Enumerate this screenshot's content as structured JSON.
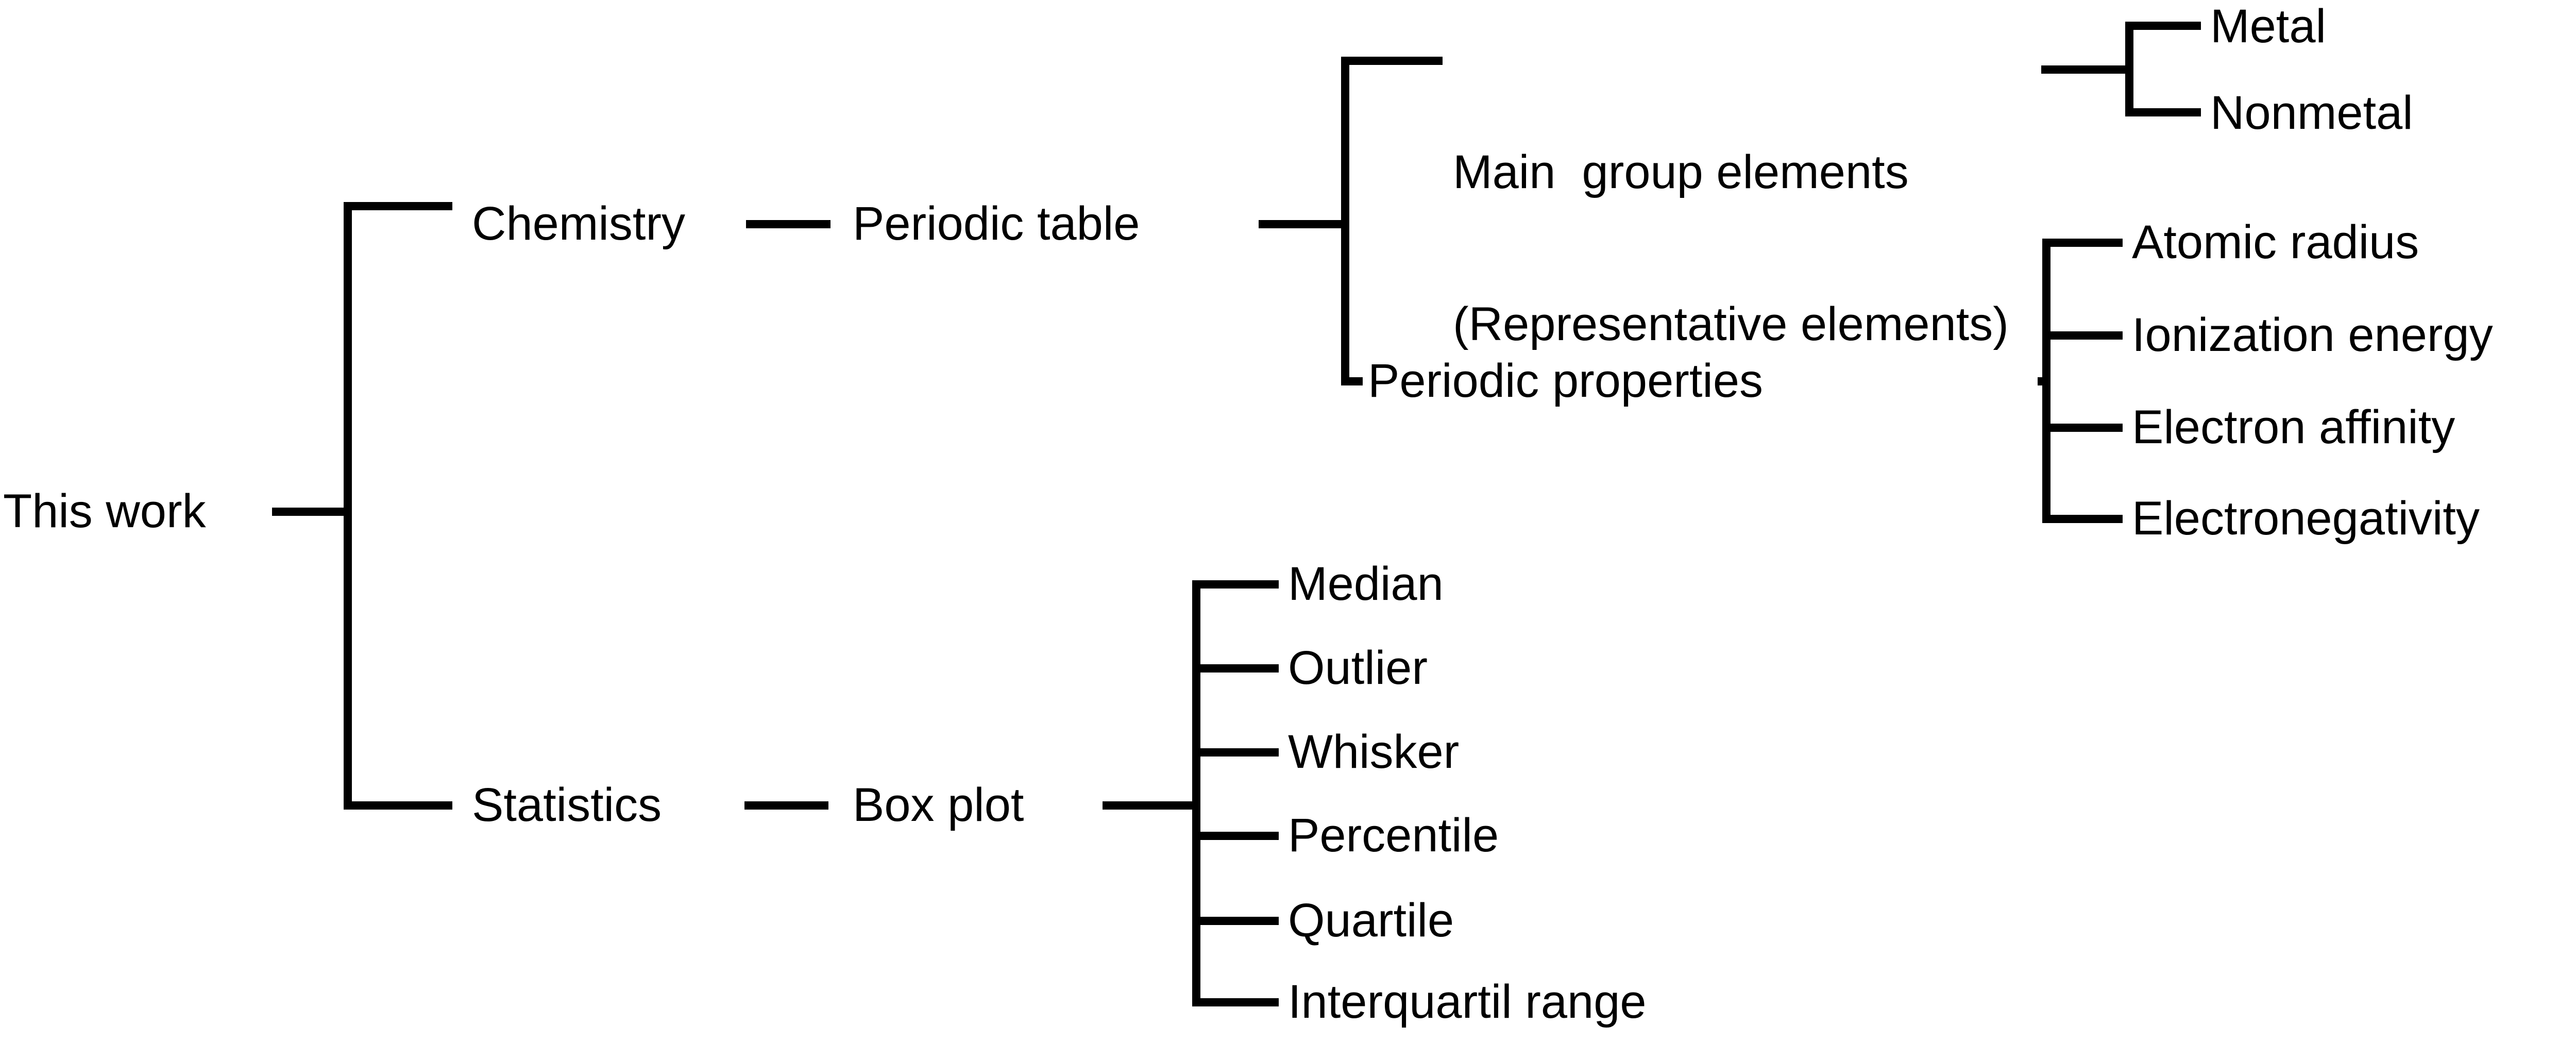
{
  "diagram": {
    "type": "tree",
    "title": "This work",
    "orientation": "left-to-right",
    "line_color": "#000000",
    "background_color": "#ffffff",
    "text_color": "#000000",
    "root": {
      "label": "This work"
    },
    "branches": [
      {
        "label": "Chemistry",
        "children": [
          {
            "label": "Periodic table",
            "children": [
              {
                "label_line1": "Main  group elements",
                "label_line2": "(Representative elements)",
                "children": [
                  {
                    "label": "Metal"
                  },
                  {
                    "label": "Nonmetal"
                  }
                ]
              },
              {
                "label": "Periodic properties",
                "children": [
                  {
                    "label": "Atomic radius"
                  },
                  {
                    "label": "Ionization energy"
                  },
                  {
                    "label": "Electron affinity"
                  },
                  {
                    "label": "Electronegativity"
                  }
                ]
              }
            ]
          }
        ]
      },
      {
        "label": "Statistics",
        "children": [
          {
            "label": "Box plot",
            "children": [
              {
                "label": "Median"
              },
              {
                "label": "Outlier"
              },
              {
                "label": "Whisker"
              },
              {
                "label": "Percentile"
              },
              {
                "label": "Quartile"
              },
              {
                "label": "Interquartil range"
              }
            ]
          }
        ]
      }
    ],
    "labels": {
      "root": "This work",
      "chemistry": "Chemistry",
      "periodic_table": "Periodic table",
      "main_group_line1": "Main  group elements",
      "main_group_line2": "(Representative elements)",
      "metal": "Metal",
      "nonmetal": "Nonmetal",
      "periodic_properties": "Periodic properties",
      "atomic_radius": "Atomic radius",
      "ionization_energy": "Ionization energy",
      "electron_affinity": "Electron affinity",
      "electronegativity": "Electronegativity",
      "statistics": "Statistics",
      "box_plot": "Box plot",
      "median": "Median",
      "outlier": "Outlier",
      "whisker": "Whisker",
      "percentile": "Percentile",
      "quartile": "Quartile",
      "interquartil_range": "Interquartil range"
    }
  }
}
